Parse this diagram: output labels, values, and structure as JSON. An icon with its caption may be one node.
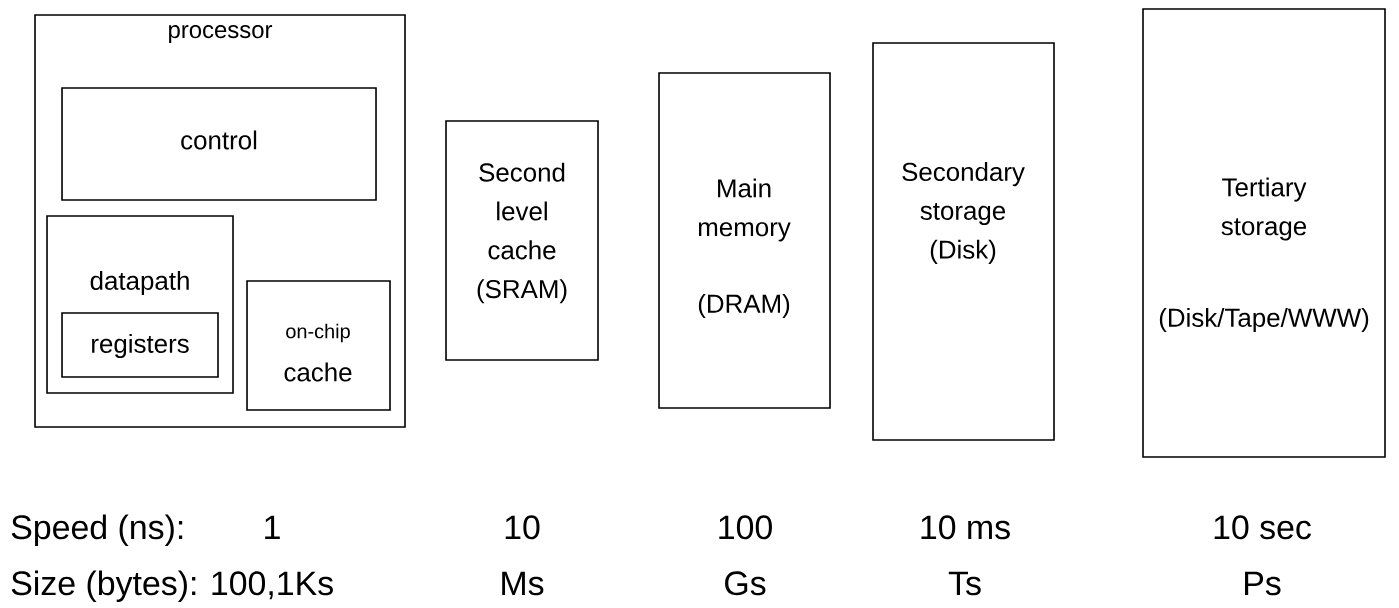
{
  "diagram": {
    "nodes": [
      {
        "text": [
          "processor"
        ]
      },
      {
        "text": [
          "control"
        ],
        "in": 0
      },
      {
        "text": [
          "datapath"
        ],
        "in": 0
      },
      {
        "text": [
          "registers"
        ],
        "in": 2
      },
      {
        "text": [
          "on-chip",
          "cache"
        ],
        "in": 0
      },
      {
        "text": [
          "Second level cache (SRAM)"
        ]
      },
      {
        "text": [
          "Main memory",
          "(DRAM)"
        ]
      },
      {
        "text": [
          "Secondary storage (Disk)"
        ]
      },
      {
        "text": [
          "Tertiary storage",
          "(Disk/Tape/WWW)"
        ]
      }
    ],
    "labels": [
      "Speed (ns):",
      "1",
      "10",
      "100",
      "10 ms",
      "10 sec",
      "Size (bytes):",
      "100,1Ks",
      "Ms",
      "Gs",
      "Ts",
      "Ps"
    ]
  }
}
